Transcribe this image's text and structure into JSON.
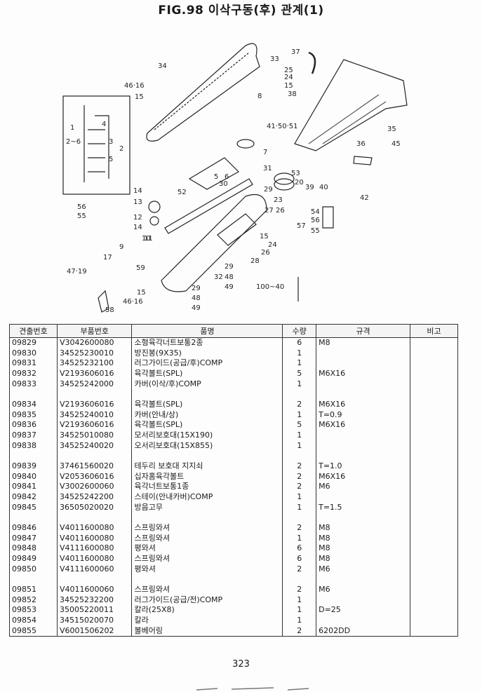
{
  "title": "FIG.98 이삭구동(후) 관계(1)",
  "diagram_callouts": [
    "1",
    "2~6",
    "2",
    "3",
    "4",
    "5",
    "6",
    "7",
    "8",
    "10",
    "11",
    "12",
    "13",
    "14",
    "15",
    "16",
    "17",
    "9",
    "23",
    "24",
    "25",
    "26",
    "27",
    "28",
    "29",
    "30",
    "31",
    "32",
    "33",
    "34",
    "35",
    "36",
    "37",
    "38",
    "39",
    "40",
    "41·50·51",
    "42",
    "45",
    "46·16",
    "47·19",
    "48",
    "49",
    "52",
    "53",
    "54",
    "55",
    "56",
    "57",
    "58",
    "59",
    "100~40"
  ],
  "table": {
    "headers": [
      "견출번호",
      "부품번호",
      "품명",
      "수량",
      "규격",
      "비고"
    ],
    "rows": [
      {
        "num": "09829",
        "part": "V3042600080",
        "name": "소형육각너트보통2종",
        "qty": "6",
        "spec": "M8",
        "note": ""
      },
      {
        "num": "09830",
        "part": "34525230010",
        "name": "방진봉(9X35)",
        "qty": "1",
        "spec": "",
        "note": ""
      },
      {
        "num": "09831",
        "part": "34525232100",
        "name": "러그가이드(공급/후)COMP",
        "qty": "1",
        "spec": "",
        "note": ""
      },
      {
        "num": "09832",
        "part": "V2193606016",
        "name": "육각볼트(SPL)",
        "qty": "5",
        "spec": "M6X16",
        "note": ""
      },
      {
        "num": "09833",
        "part": "34525242000",
        "name": "카버(이삭/후)COMP",
        "qty": "1",
        "spec": "",
        "note": ""
      },
      {
        "gap": true
      },
      {
        "num": "09834",
        "part": "V2193606016",
        "name": "육각볼트(SPL)",
        "qty": "2",
        "spec": "M6X16",
        "note": ""
      },
      {
        "num": "09835",
        "part": "34525240010",
        "name": "카버(안내/상)",
        "qty": "1",
        "spec": "T=0.9",
        "note": ""
      },
      {
        "num": "09836",
        "part": "V2193606016",
        "name": "육각볼트(SPL)",
        "qty": "5",
        "spec": "M6X16",
        "note": ""
      },
      {
        "num": "09837",
        "part": "34525010080",
        "name": "모서리보호대(15X190)",
        "qty": "1",
        "spec": "",
        "note": ""
      },
      {
        "num": "09838",
        "part": "34525240020",
        "name": "오서리보호대(15X855)",
        "qty": "1",
        "spec": "",
        "note": ""
      },
      {
        "gap": true
      },
      {
        "num": "09839",
        "part": "37461560020",
        "name": "테두리 보호대 지지쇠",
        "qty": "2",
        "spec": "T=1.0",
        "note": ""
      },
      {
        "num": "09840",
        "part": "V2053606016",
        "name": "십자홈육각볼트",
        "qty": "2",
        "spec": "M6X16",
        "note": ""
      },
      {
        "num": "09841",
        "part": "V3002600060",
        "name": "육각너트보통1종",
        "qty": "2",
        "spec": "M6",
        "note": ""
      },
      {
        "num": "09842",
        "part": "34525242200",
        "name": "스테이(안내카버)COMP",
        "qty": "1",
        "spec": "",
        "note": ""
      },
      {
        "num": "09845",
        "part": "36505020020",
        "name": "방음고무",
        "qty": "1",
        "spec": "T=1.5",
        "note": ""
      },
      {
        "gap": true
      },
      {
        "num": "09846",
        "part": "V4011600080",
        "name": "스프링와셔",
        "qty": "2",
        "spec": "M8",
        "note": ""
      },
      {
        "num": "09847",
        "part": "V4011600080",
        "name": "스프링와셔",
        "qty": "1",
        "spec": "M8",
        "note": ""
      },
      {
        "num": "09848",
        "part": "V4111600080",
        "name": "평와셔",
        "qty": "6",
        "spec": "M8",
        "note": ""
      },
      {
        "num": "09849",
        "part": "V4011600080",
        "name": "스프링와셔",
        "qty": "6",
        "spec": "M8",
        "note": ""
      },
      {
        "num": "09850",
        "part": "V4111600060",
        "name": "평와셔",
        "qty": "2",
        "spec": "M6",
        "note": ""
      },
      {
        "gap": true
      },
      {
        "num": "09851",
        "part": "V4011600060",
        "name": "스프링와셔",
        "qty": "2",
        "spec": "M6",
        "note": ""
      },
      {
        "num": "09852",
        "part": "34525232200",
        "name": "러그가이드(공급/전)COMP",
        "qty": "1",
        "spec": "",
        "note": ""
      },
      {
        "num": "09853",
        "part": "35005220011",
        "name": "칼라(25X8)",
        "qty": "1",
        "spec": "D=25",
        "note": ""
      },
      {
        "num": "09854",
        "part": "34515020070",
        "name": "칼라",
        "qty": "1",
        "spec": "",
        "note": ""
      },
      {
        "num": "09855",
        "part": "V6001506202",
        "name": "볼베어링",
        "qty": "2",
        "spec": "6202DD",
        "note": ""
      }
    ]
  },
  "page_number": "323"
}
